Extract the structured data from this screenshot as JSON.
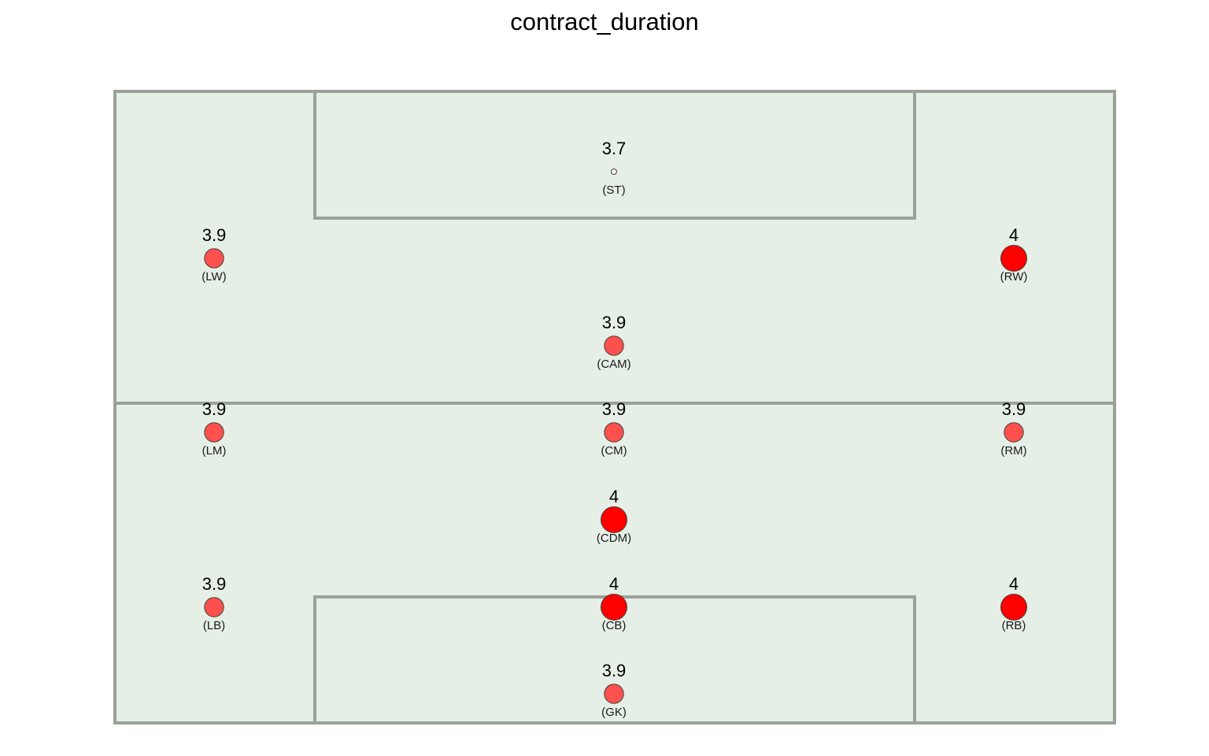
{
  "chart_data": {
    "type": "scatter",
    "title": "contract_duration",
    "value_range": [
      3.7,
      4
    ],
    "colors": {
      "pitch_fill": "#e5efe6",
      "pitch_line": "#9aa19a",
      "low": "#fbefe8",
      "high": "#ff0000",
      "stroke": "#444444"
    },
    "points": [
      {
        "position": "(ST)",
        "value": 3.7,
        "label": "3.7"
      },
      {
        "position": "(LW)",
        "value": 3.9,
        "label": "3.9"
      },
      {
        "position": "(RW)",
        "value": 4.0,
        "label": "4"
      },
      {
        "position": "(CAM)",
        "value": 3.9,
        "label": "3.9"
      },
      {
        "position": "(LM)",
        "value": 3.9,
        "label": "3.9"
      },
      {
        "position": "(CM)",
        "value": 3.9,
        "label": "3.9"
      },
      {
        "position": "(RM)",
        "value": 3.9,
        "label": "3.9"
      },
      {
        "position": "(CDM)",
        "value": 4.0,
        "label": "4"
      },
      {
        "position": "(LB)",
        "value": 3.9,
        "label": "3.9"
      },
      {
        "position": "(CB)",
        "value": 4.0,
        "label": "4"
      },
      {
        "position": "(RB)",
        "value": 4.0,
        "label": "4"
      },
      {
        "position": "(GK)",
        "value": 3.9,
        "label": "3.9"
      }
    ]
  }
}
